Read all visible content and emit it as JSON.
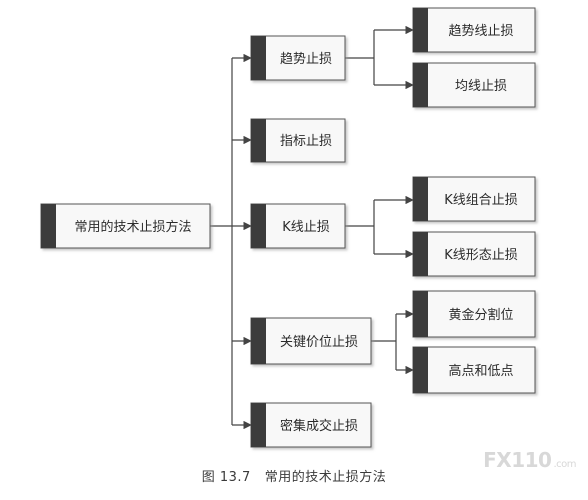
{
  "nodes": {
    "root": "常用的技术止损方法",
    "trend": "趋势止损",
    "trend_line": "趋势线止损",
    "moving_avg": "均线止损",
    "indicator": "指标止损",
    "kline": "K线止损",
    "kline_combo": "K线组合止损",
    "kline_pattern": "K线形态止损",
    "key_price": "关键价位止损",
    "golden_ratio": "黄金分割位",
    "high_low": "高点和低点",
    "dense_volume": "密集成交止损"
  },
  "caption": {
    "figure_no": "图 13.7",
    "title": "常用的技术止损方法"
  },
  "watermark": {
    "brand": "FX110",
    "suffix": ".com"
  }
}
